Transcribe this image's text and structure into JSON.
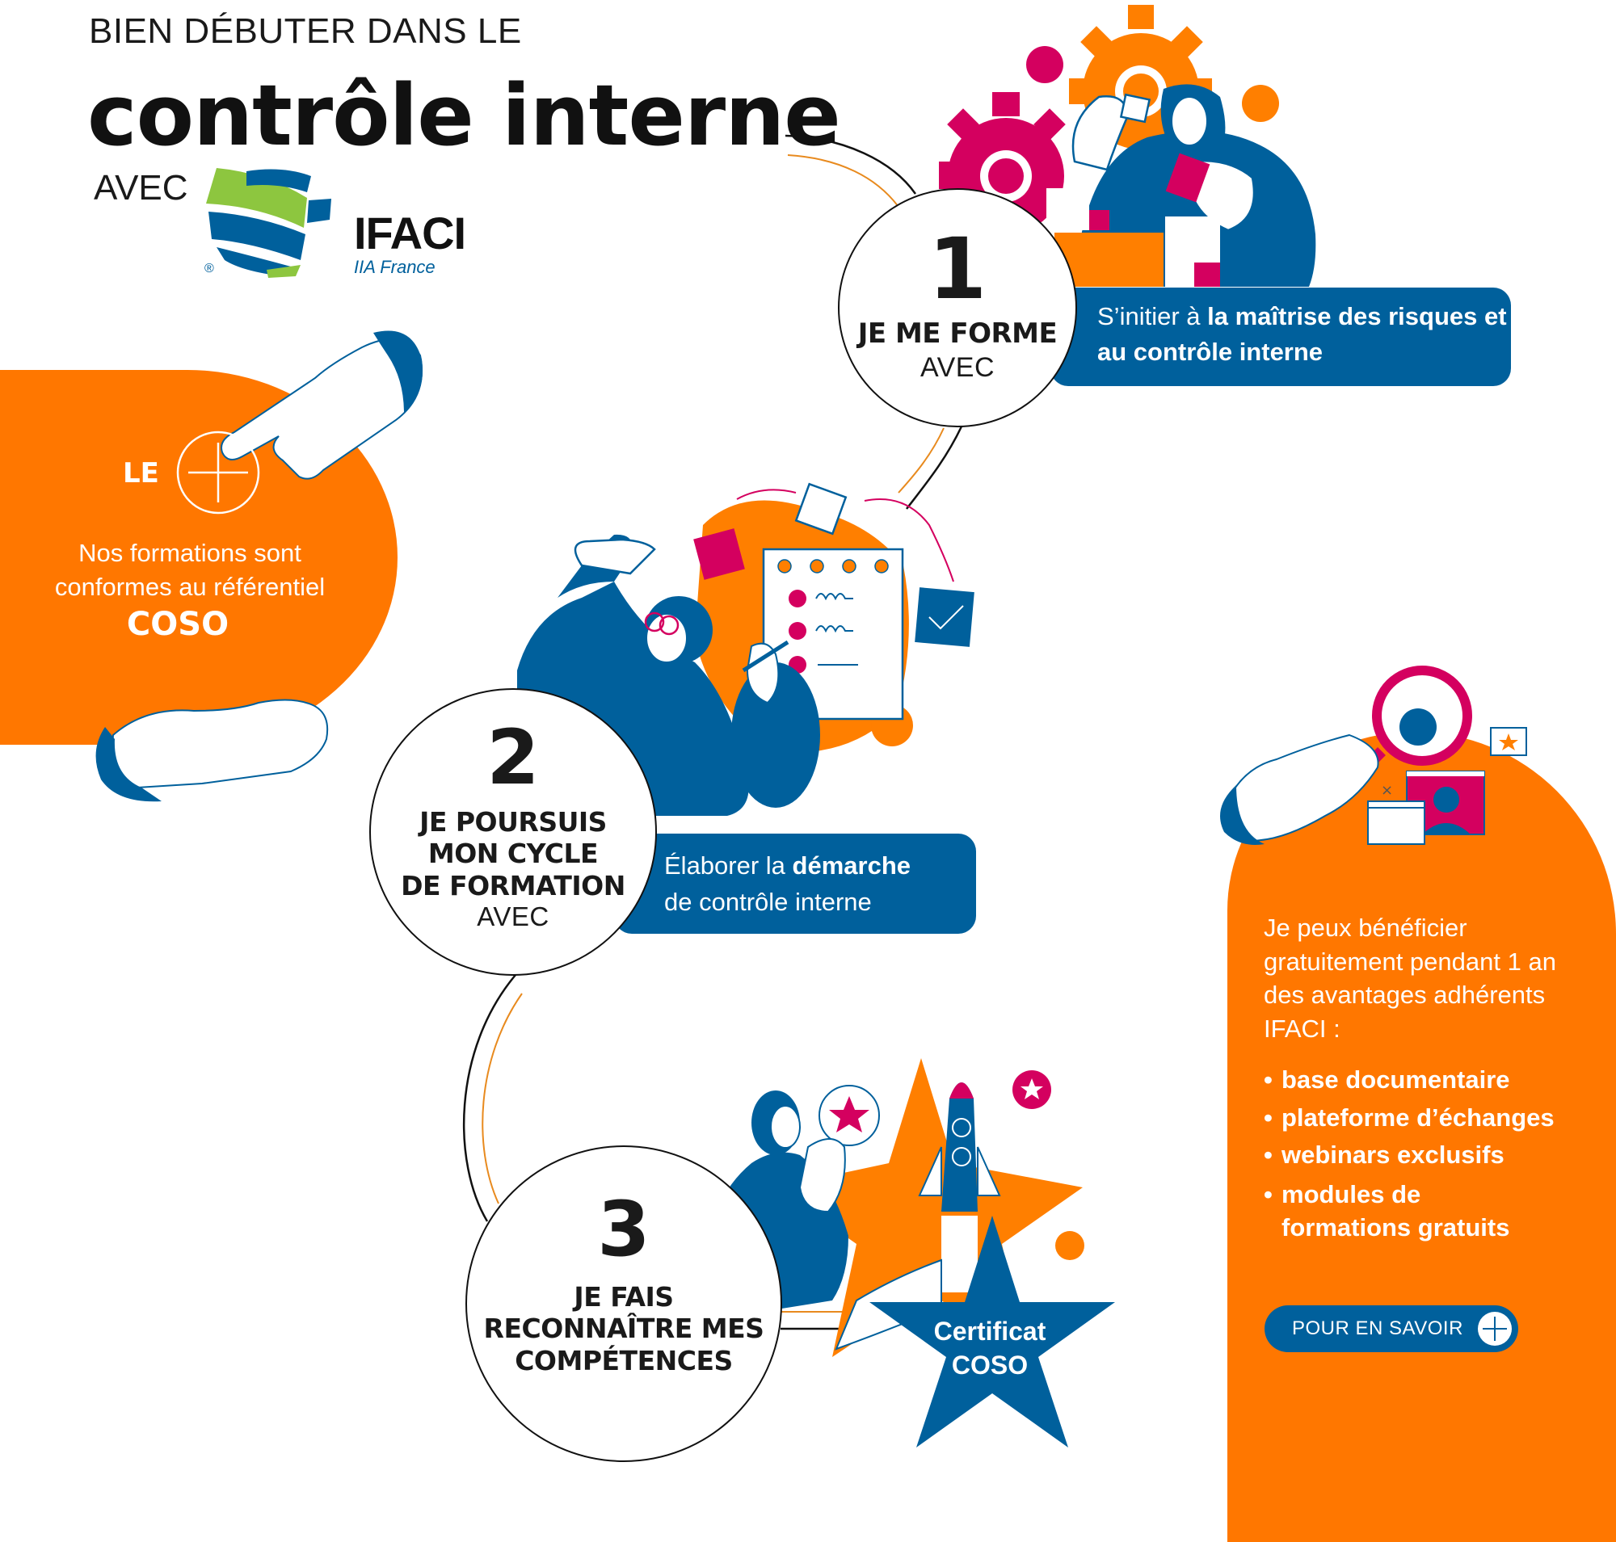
{
  "header": {
    "kicker": "BIEN DÉBUTER DANS LE",
    "title": "contrôle interne",
    "avec": "AVEC"
  },
  "logo": {
    "name": "IFACI",
    "subtitle": "IIA France",
    "registered": "®",
    "colors": {
      "green": "#8dc63f",
      "blue": "#00609c"
    }
  },
  "left_panel": {
    "label": "LE",
    "icon": "plus-circle-icon",
    "text": "Nos formations sont conformes au référentiel",
    "highlight": "COSO"
  },
  "steps": [
    {
      "number": "1",
      "title_lines": [
        "JE ME FORME"
      ],
      "avec": "AVEC",
      "description_light": "S’initier à ",
      "description_bold": "la maîtrise des risques et au contrôle interne",
      "description_light_after": ""
    },
    {
      "number": "2",
      "title_lines": [
        "JE POURSUIS",
        "MON CYCLE",
        "DE FORMATION"
      ],
      "avec": "AVEC",
      "description_light": "Élaborer la ",
      "description_bold": "démarche",
      "description_light_after": "de contrôle interne"
    },
    {
      "number": "3",
      "title_lines": [
        "JE FAIS",
        "RECONNAÎTRE MES",
        "COMPÉTENCES"
      ]
    }
  ],
  "certificate": {
    "line1": "Certificat",
    "line2": "COSO"
  },
  "right_panel": {
    "intro": "Je peux bénéficier gratuitement pendant 1 an des avantages adhérents IFACI :",
    "benefits": [
      "base documentaire",
      "plateforme d’échanges",
      "webinars exclusifs",
      "modules de formations gratuits"
    ],
    "cta_label": "POUR EN SAVOIR",
    "cta_icon": "plus-circle-icon"
  },
  "colors": {
    "orange": "#ff7700",
    "blue": "#00609c",
    "magenta": "#d4005f",
    "black": "#111111",
    "white": "#ffffff"
  }
}
